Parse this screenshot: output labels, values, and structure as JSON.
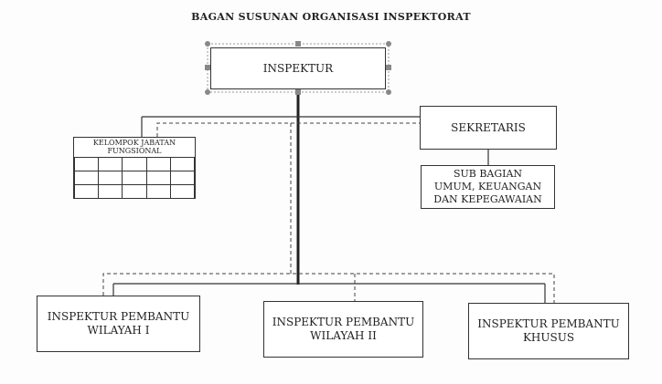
{
  "title": "BAGAN SUSUNAN ORGANISASI INSPEKTORAT",
  "boxes": {
    "inspektur": "INSPEKTUR",
    "sekretaris": "SEKRETARIS",
    "sub_bagian": "SUB BAGIAN\nUMUM, KEUANGAN\nDAN KEPEGAWAIAN",
    "wilayah_1": "INSPEKTUR PEMBANTU\nWILAYAH I",
    "wilayah_2": "INSPEKTUR PEMBANTU\nWILAYAH II",
    "khusus": "INSPEKTUR PEMBANTU\nKHUSUS"
  },
  "kelompok": {
    "title": "KELOMPOK JABATAN\nFUNGSIONAL",
    "rows": 3,
    "cols": 5
  },
  "colors": {
    "line": "#333333",
    "selection_handle": "#888888"
  }
}
